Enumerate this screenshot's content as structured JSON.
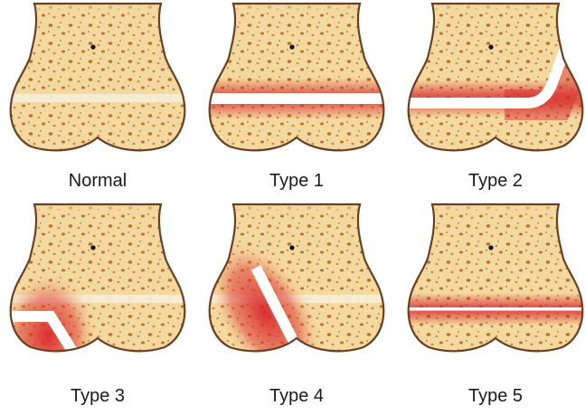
{
  "panels": [
    {
      "id": "normal",
      "label": "Normal"
    },
    {
      "id": "type-1",
      "label": "Type 1"
    },
    {
      "id": "type-2",
      "label": "Type 2"
    },
    {
      "id": "type-3",
      "label": "Type 3"
    },
    {
      "id": "type-4",
      "label": "Type 4"
    },
    {
      "id": "type-5",
      "label": "Type 5"
    }
  ],
  "colors": {
    "bone_fill": "#f3d9a0",
    "bone_outline": "#6b3f22",
    "pore": "#b8742c",
    "growth_plate": "#f6ecd6",
    "injury_red": "#d8262b",
    "fracture_gap": "#ffffff"
  }
}
